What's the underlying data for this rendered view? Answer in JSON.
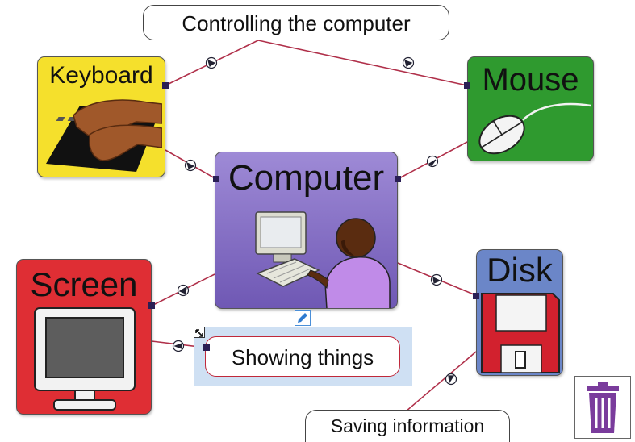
{
  "nodes": {
    "keyboard": "Keyboard",
    "mouse": "Mouse",
    "computer": "Computer",
    "screen": "Screen",
    "disk": "Disk"
  },
  "labels": {
    "controlling": "Controlling the computer",
    "showing": "Showing things",
    "saving": "Saving information"
  },
  "colors": {
    "keyboard_bg": "#f5e02c",
    "mouse_bg": "#2f9a2f",
    "computer_bg": "#8c76c8",
    "screen_bg": "#df2e34",
    "disk_bg": "#6b86c8",
    "link": "#b0304a",
    "selection": "#cfe0f3",
    "trash": "#7a3c9c"
  },
  "icons": [
    "pencil-icon",
    "resize-icon",
    "trash-icon",
    "arrow-marker-icon"
  ]
}
